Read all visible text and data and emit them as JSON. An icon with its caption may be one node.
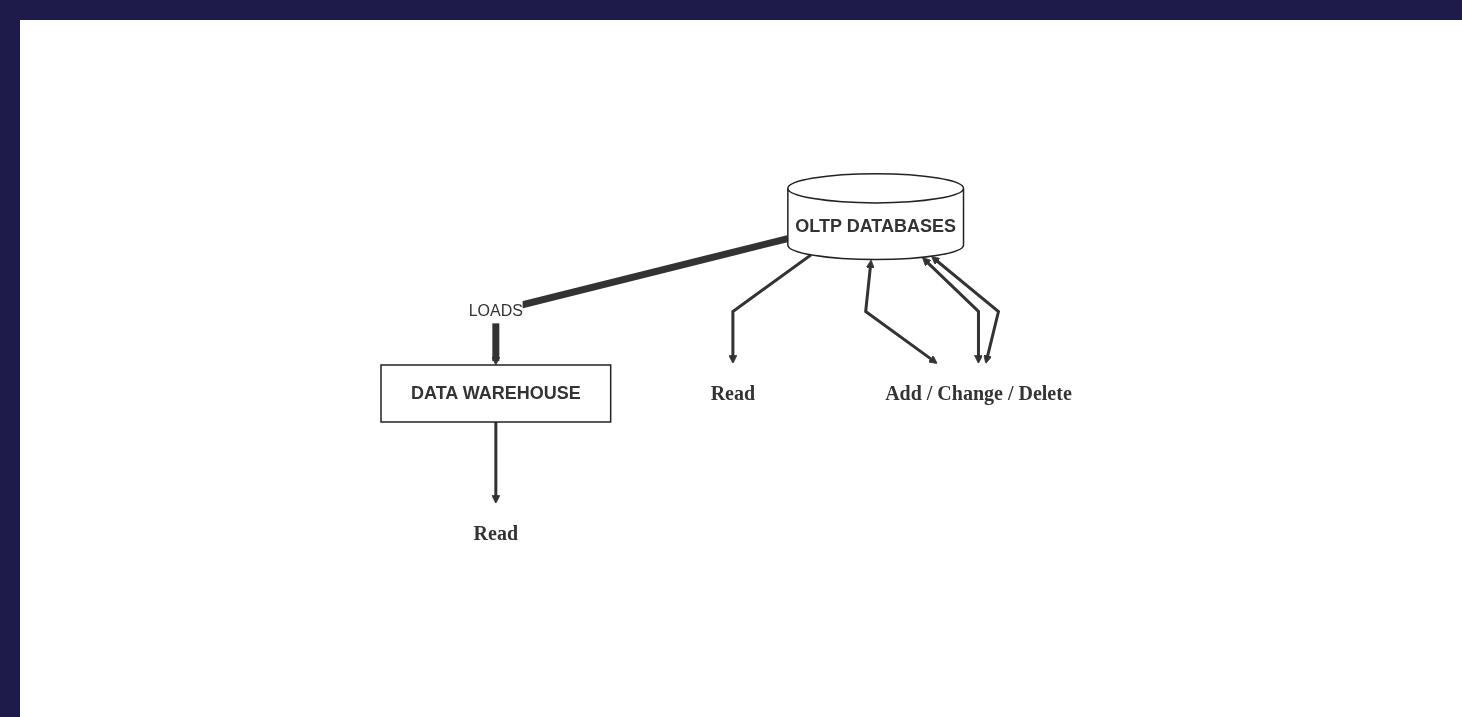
{
  "diagram": {
    "nodes": [
      {
        "text": [
          "OLTP DATABASES"
        ]
      },
      {
        "text": [
          "DATA WAREHOUSE"
        ]
      },
      {
        "text": [
          "Read"
        ]
      },
      {
        "text": [
          "Add / Change / Delete"
        ]
      },
      {
        "text": [
          "Read"
        ]
      }
    ],
    "edges": [
      {
        "from": 0,
        "to": 1,
        "arrow": "to",
        "label": "LOADS",
        "style": "thick"
      },
      {
        "from": 0,
        "to": 2,
        "arrow": "to"
      },
      {
        "from": 0,
        "to": 3,
        "arrow": "both"
      },
      {
        "from": 0,
        "to": 3,
        "arrow": "both"
      },
      {
        "from": 0,
        "to": 3,
        "arrow": "both"
      },
      {
        "from": 1,
        "to": 4,
        "arrow": "to"
      }
    ]
  }
}
